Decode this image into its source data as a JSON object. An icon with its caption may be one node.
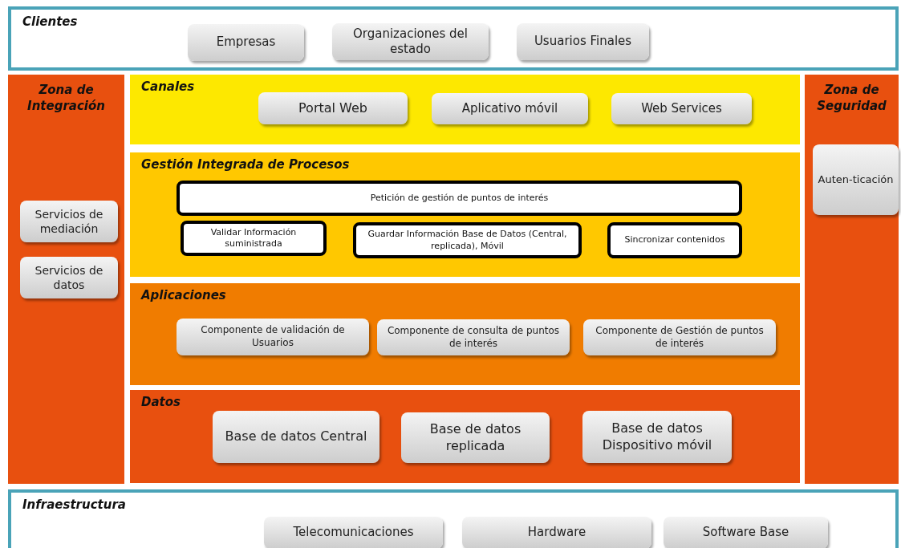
{
  "diagram": {
    "nodes": [
      {
        "text": [
          "Clientes"
        ]
      },
      {
        "text": [
          "Empresas"
        ],
        "in": 0
      },
      {
        "text": [
          "Organizaciones del estado"
        ],
        "in": 0
      },
      {
        "text": [
          "Usuarios Finales"
        ],
        "in": 0
      },
      {
        "text": [
          "Zona de Integración"
        ]
      },
      {
        "text": [
          "Servicios de mediación"
        ],
        "in": 4
      },
      {
        "text": [
          "Servicios de datos"
        ],
        "in": 4
      },
      {
        "text": [
          "Canales"
        ]
      },
      {
        "text": [
          "Portal Web"
        ],
        "in": 7
      },
      {
        "text": [
          "Aplicativo móvil"
        ],
        "in": 7
      },
      {
        "text": [
          "Web Services"
        ],
        "in": 7
      },
      {
        "text": [
          "Gestión Integrada de Procesos"
        ]
      },
      {
        "text": [
          "Petición de gestión de puntos de interés"
        ],
        "in": 11
      },
      {
        "text": [
          "Validar Información suministrada"
        ],
        "in": 11
      },
      {
        "text": [
          "Guardar Información Base de Datos (Central, replicada), Móvil"
        ],
        "in": 11
      },
      {
        "text": [
          "Sincronizar contenidos"
        ],
        "in": 11
      },
      {
        "text": [
          "Aplicaciones"
        ]
      },
      {
        "text": [
          "Componente de validación de Usuarios"
        ],
        "in": 16
      },
      {
        "text": [
          "Componente de consulta de puntos de interés"
        ],
        "in": 16
      },
      {
        "text": [
          "Componente de Gestión de puntos de interés"
        ],
        "in": 16
      },
      {
        "text": [
          "Datos"
        ]
      },
      {
        "text": [
          "Base de datos Central"
        ],
        "in": 20
      },
      {
        "text": [
          "Base de datos replicada"
        ],
        "in": 20
      },
      {
        "text": [
          "Base de datos Dispositivo móvil"
        ],
        "in": 20
      },
      {
        "text": [
          "Zona de Seguridad"
        ]
      },
      {
        "text": [
          "Auten-ticación"
        ],
        "in": 24
      },
      {
        "text": [
          "Infraestructura"
        ]
      },
      {
        "text": [
          "Telecomunicaciones"
        ],
        "in": 26
      },
      {
        "text": [
          "Hardware"
        ],
        "in": 26
      },
      {
        "text": [
          "Software Base"
        ],
        "in": 26
      }
    ]
  }
}
